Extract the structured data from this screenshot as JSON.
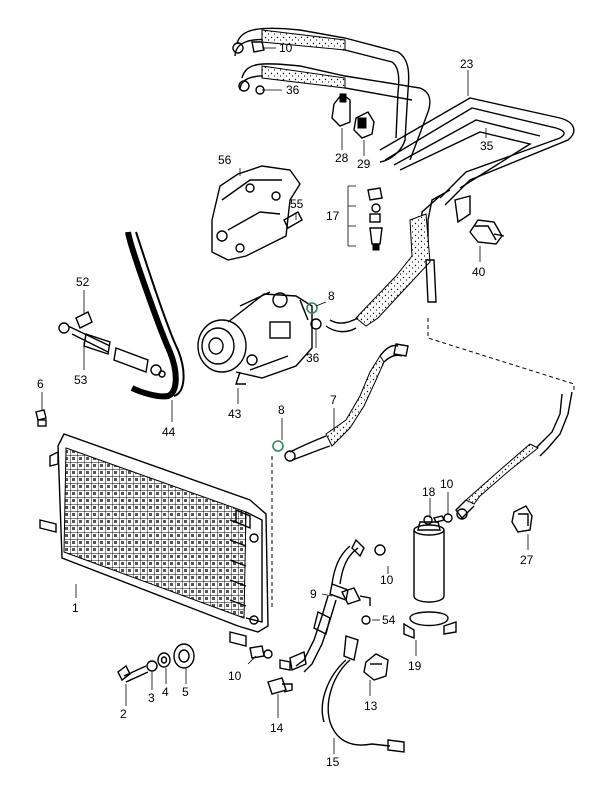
{
  "diagram": {
    "callouts": [
      {
        "id": "c10a",
        "text": "10"
      },
      {
        "id": "c36a",
        "text": "36"
      },
      {
        "id": "c23",
        "text": "23"
      },
      {
        "id": "c35",
        "text": "35"
      },
      {
        "id": "c28",
        "text": "28"
      },
      {
        "id": "c29",
        "text": "29"
      },
      {
        "id": "c56",
        "text": "56"
      },
      {
        "id": "c55",
        "text": "55"
      },
      {
        "id": "c17",
        "text": "17"
      },
      {
        "id": "c40",
        "text": "40"
      },
      {
        "id": "c52",
        "text": "52"
      },
      {
        "id": "c53",
        "text": "53"
      },
      {
        "id": "c8a",
        "text": "8"
      },
      {
        "id": "c36b",
        "text": "36"
      },
      {
        "id": "c43",
        "text": "43"
      },
      {
        "id": "c44",
        "text": "44"
      },
      {
        "id": "c6",
        "text": "6"
      },
      {
        "id": "c8b",
        "text": "8"
      },
      {
        "id": "c7",
        "text": "7"
      },
      {
        "id": "c18",
        "text": "18"
      },
      {
        "id": "c10b",
        "text": "10"
      },
      {
        "id": "c27",
        "text": "27"
      },
      {
        "id": "c1",
        "text": "1"
      },
      {
        "id": "c10c",
        "text": "10"
      },
      {
        "id": "c9",
        "text": "9"
      },
      {
        "id": "c54",
        "text": "54"
      },
      {
        "id": "c19",
        "text": "19"
      },
      {
        "id": "c2",
        "text": "2"
      },
      {
        "id": "c3",
        "text": "3"
      },
      {
        "id": "c4",
        "text": "4"
      },
      {
        "id": "c5",
        "text": "5"
      },
      {
        "id": "c10d",
        "text": "10"
      },
      {
        "id": "c14",
        "text": "14"
      },
      {
        "id": "c13",
        "text": "13"
      },
      {
        "id": "c15",
        "text": "15"
      }
    ]
  }
}
